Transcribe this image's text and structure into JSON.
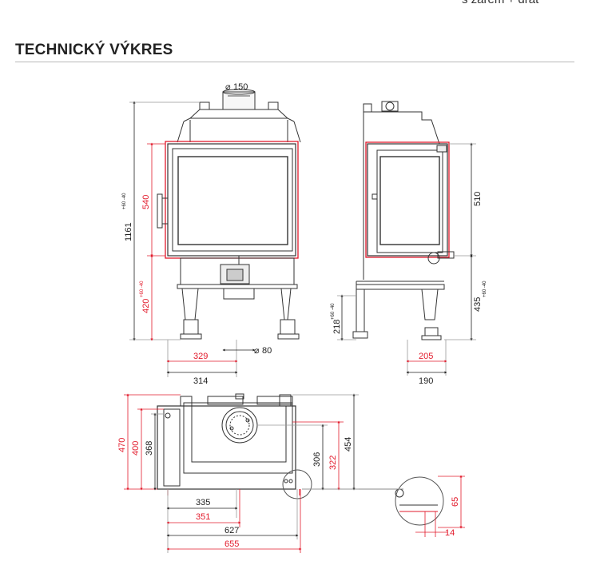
{
  "header": {
    "top_fragment": "s žárem + drát",
    "section_title": "TECHNICKÝ VÝKRES"
  },
  "colors": {
    "red_dimension": "#e21b2c",
    "black_dimension": "#222222",
    "outline": "#333333",
    "rule": "#b9b9b9"
  },
  "front_view": {
    "flue_diameter": "150",
    "total_height": "1161",
    "total_height_tol": "+60 -40",
    "glass_height": "540",
    "base_height": "420",
    "base_height_tol": "+60 -40",
    "offset_red": "329",
    "offset_black": "314",
    "air_inlet_diameter": "80",
    "diameter_symbol": "⌀"
  },
  "side_view": {
    "glass_height": "510",
    "base_height": "435",
    "base_height_tol": "+60 -40",
    "leg_height": "218",
    "leg_height_tol": "+60 -40",
    "depth_red": "205",
    "depth_black": "190"
  },
  "plan_view": {
    "depth_red_outer": "470",
    "depth_red": "400",
    "depth_black": "368",
    "right_black_inner": "306",
    "right_red_inner": "322",
    "right_black_outer": "454",
    "width_335": "335",
    "width_351": "351",
    "width_627": "627",
    "width_655": "655"
  },
  "detail_view": {
    "height": "65",
    "width": "14"
  }
}
